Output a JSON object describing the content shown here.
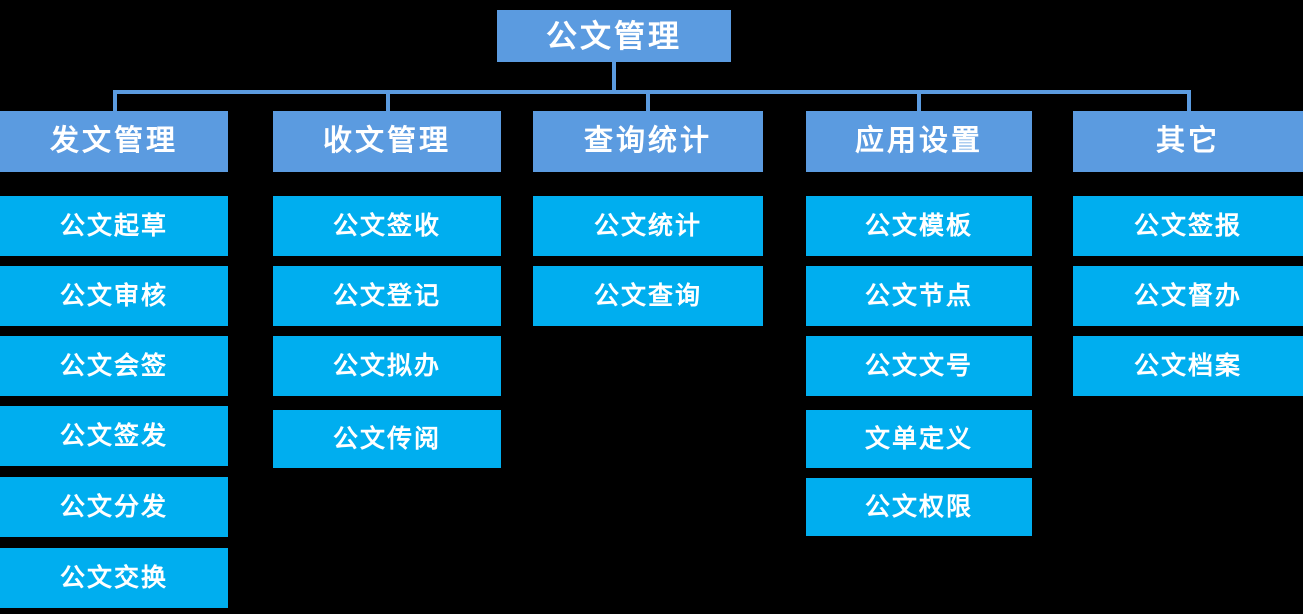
{
  "diagram": {
    "title": "公文管理",
    "type": "org-chart",
    "colors": {
      "background": "#000000",
      "branch_fill": "#5b9be0",
      "leaf_fill": "#00aeef",
      "connector": "#5b9be0",
      "text": "#ffffff"
    },
    "root": {
      "label": "公文管理"
    },
    "columns": [
      {
        "header": "发文管理",
        "items": [
          "公文起草",
          "公文审核",
          "公文会签",
          "公文签发",
          "公文分发",
          "公文交换"
        ]
      },
      {
        "header": "收文管理",
        "items": [
          "公文签收",
          "公文登记",
          "公文拟办",
          "公文传阅"
        ]
      },
      {
        "header": "查询统计",
        "items": [
          "公文统计",
          "公文查询"
        ]
      },
      {
        "header": "应用设置",
        "items": [
          "公文模板",
          "公文节点",
          "公文文号",
          "文单定义",
          "公文权限"
        ]
      },
      {
        "header": "其它",
        "items": [
          "公文签报",
          "公文督办",
          "公文档案"
        ]
      }
    ]
  }
}
